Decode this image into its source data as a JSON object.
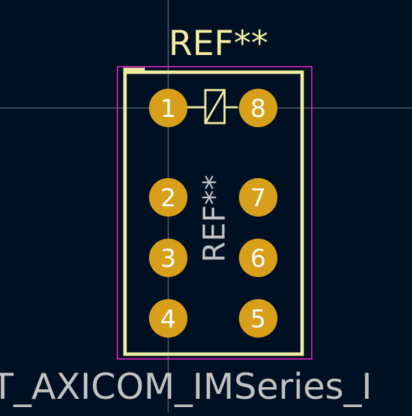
{
  "footprint": {
    "reference_top": "REF**",
    "reference_fab": "REF**",
    "value_text": "T_AXICOM_IMSeries_I",
    "pads": [
      {
        "number": "1"
      },
      {
        "number": "8"
      },
      {
        "number": "2"
      },
      {
        "number": "7"
      },
      {
        "number": "3"
      },
      {
        "number": "6"
      },
      {
        "number": "4"
      },
      {
        "number": "5"
      }
    ]
  },
  "colors": {
    "background": "#001023",
    "silkscreen": "#f2eda1",
    "courtyard": "#ff26e2",
    "pad": "#d8a01a",
    "pad_hole": "#001023",
    "pad_number": "#ffffff",
    "fab_text": "#c2c2c2",
    "crosshair": "#a8a8a8"
  },
  "icons": {
    "relay_coil": "relay-coil-symbol-icon"
  }
}
